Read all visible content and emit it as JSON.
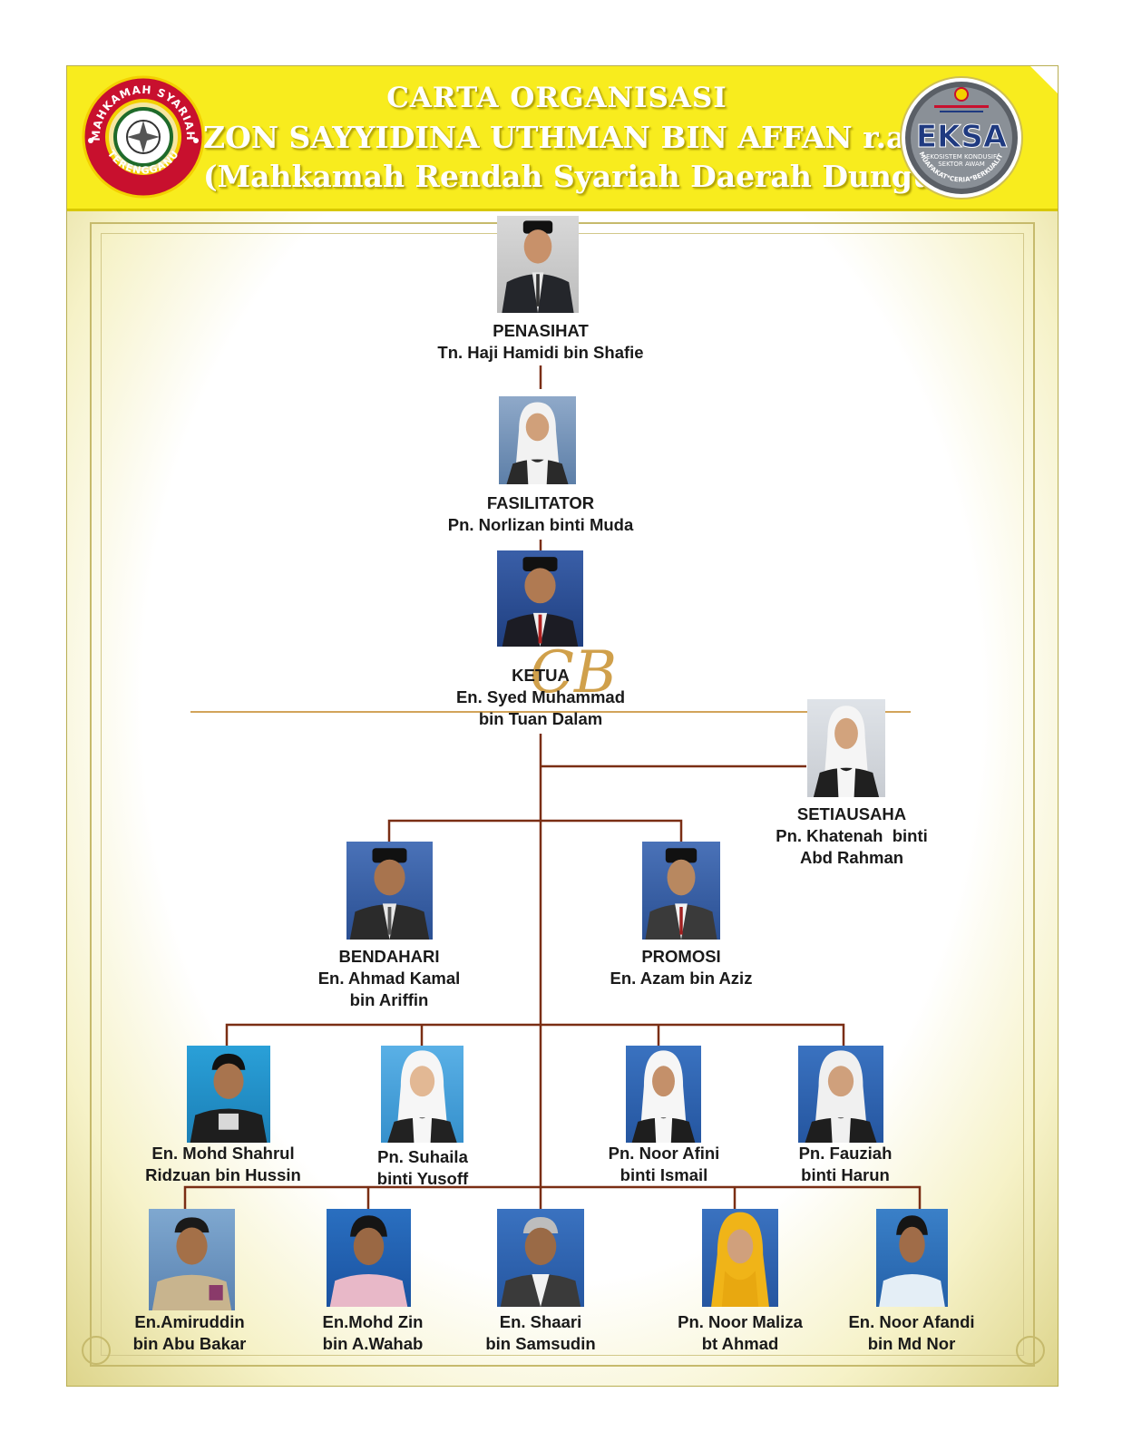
{
  "header": {
    "title_line1": "CARTA ORGANISASI",
    "title_line2": "ZON SAYYIDINA UTHMAN BIN AFFAN r.a.",
    "title_line3": "(Mahkamah Rendah Syariah Daerah Dungun)",
    "left_logo": {
      "top_text": "MAHKAMAH SYARIAH",
      "bottom_text": "TERENGGANU"
    },
    "right_logo": {
      "main_text": "EKSA",
      "sub_text1": "EKOSISTEM KONDUSIF",
      "sub_text2": "SEKTOR AWAM",
      "ring_text": "MUAFAKAT*CERIA*BERKUALITI"
    }
  },
  "colors": {
    "header_bg": "#f8ec1e",
    "connector": "#7a2e14",
    "accent_line": "#d2a45a"
  },
  "org": {
    "penasihat": {
      "role": "PENASIHAT",
      "name": "Tn. Haji Hamidi bin Shafie"
    },
    "fasilitator": {
      "role": "FASILITATOR",
      "name": "Pn. Norlizan binti Muda"
    },
    "ketua": {
      "role": "KETUA",
      "name_line1": "En. Syed Muhammad",
      "name_line2": "bin Tuan Dalam",
      "monogram": "CB"
    },
    "setiausaha": {
      "role": "SETIAUSAHA",
      "name_line1": "Pn. Khatenah  binti",
      "name_line2": "Abd Rahman"
    },
    "bendahari": {
      "role": "BENDAHARI",
      "name_line1": "En. Ahmad Kamal",
      "name_line2": "bin Ariffin"
    },
    "promosi": {
      "role": "PROMOSI",
      "name": "En. Azam bin Aziz"
    },
    "members_row1": [
      {
        "name_line1": "En. Mohd Shahrul",
        "name_line2": "Ridzuan bin Hussin"
      },
      {
        "name_line1": "Pn. Suhaila",
        "name_line2": "binti Yusoff"
      },
      {
        "name_line1": "Pn. Noor Afini",
        "name_line2": "binti Ismail"
      },
      {
        "name_line1": "Pn. Fauziah",
        "name_line2": "binti Harun"
      }
    ],
    "members_row2": [
      {
        "name_line1": "En.Amiruddin",
        "name_line2": "bin Abu Bakar"
      },
      {
        "name_line1": "En.Mohd Zin",
        "name_line2": "bin A.Wahab"
      },
      {
        "name_line1": "En. Shaari",
        "name_line2": "bin Samsudin"
      },
      {
        "name_line1": "Pn. Noor Maliza",
        "name_line2": "bt Ahmad"
      },
      {
        "name_line1": "En. Noor Afandi",
        "name_line2": "bin Md Nor"
      }
    ]
  }
}
